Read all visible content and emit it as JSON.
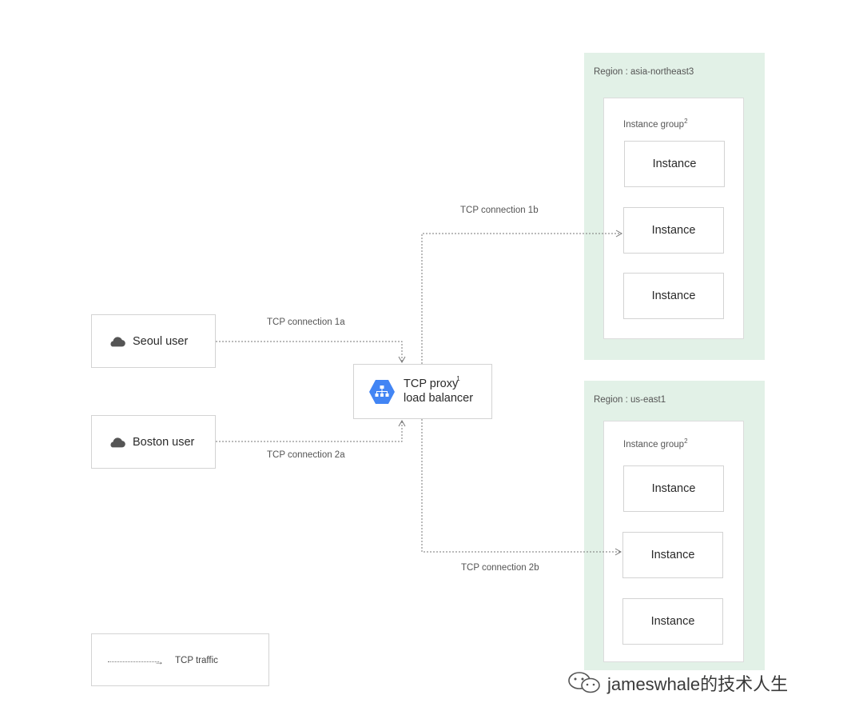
{
  "regions": [
    {
      "label": "Region : asia-northeast3",
      "group_label": "Instance group",
      "group_sup": "2",
      "instances": [
        "Instance",
        "Instance",
        "Instance"
      ]
    },
    {
      "label": "Region : us-east1",
      "group_label": "Instance group",
      "group_sup": "2",
      "instances": [
        "Instance",
        "Instance",
        "Instance"
      ]
    }
  ],
  "users": [
    {
      "label": "Seoul user",
      "icon": "cloud-icon"
    },
    {
      "label": "Boston user",
      "icon": "cloud-icon"
    }
  ],
  "load_balancer": {
    "line1": "TCP proxy",
    "sup": "1",
    "line2": "load balancer",
    "icon": "load-balancer-hex-icon",
    "icon_color": "#4285f4"
  },
  "connections": {
    "c1a": "TCP connection 1a",
    "c1b": "TCP connection 1b",
    "c2a": "TCP connection 2a",
    "c2b": "TCP connection 2b"
  },
  "legend": {
    "label": "TCP traffic",
    "arrow": "→"
  },
  "watermark": {
    "text": "jameswhale的技术人生",
    "icon": "wechat-icon"
  },
  "colors": {
    "region_bg": "#e2f1e7",
    "connector": "#777777"
  }
}
